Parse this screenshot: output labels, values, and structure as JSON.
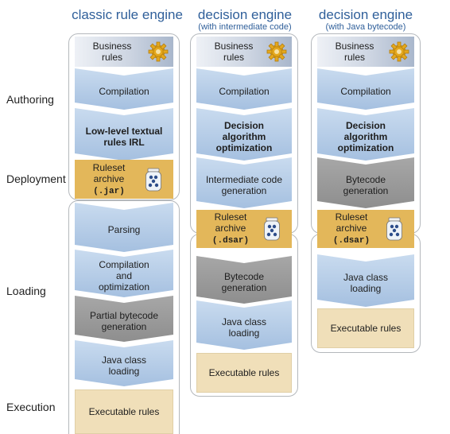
{
  "columns": [
    {
      "title": "classic rule engine",
      "subtitle": ""
    },
    {
      "title": "decision engine",
      "subtitle": "(with intermediate code)"
    },
    {
      "title": "decision engine",
      "subtitle": "(with Java bytecode)"
    }
  ],
  "phases": {
    "authoring": "Authoring",
    "deployment": "Deployment",
    "loading": "Loading",
    "execution": "Execution"
  },
  "col1": {
    "business_rules": "Business rules",
    "compilation": "Compilation",
    "low_level": "Low-level textual rules IRL",
    "ruleset_archive": "Ruleset archive",
    "archive_ext": "(.jar)",
    "parsing": "Parsing",
    "compilation_optimization": "Compilation and optimization",
    "partial_bytecode": "Partial bytecode generation",
    "java_class_loading": "Java class loading",
    "executable_rules": "Executable rules"
  },
  "col2": {
    "business_rules": "Business rules",
    "compilation": "Compilation",
    "decision_algorithm": "Decision algorithm optimization",
    "intermediate_code": "Intermediate code generation",
    "ruleset_archive": "Ruleset archive",
    "archive_ext": "(.dsar)",
    "bytecode_generation": "Bytecode generation",
    "java_class_loading": "Java class loading",
    "executable_rules": "Executable rules"
  },
  "col3": {
    "business_rules": "Business rules",
    "compilation": "Compilation",
    "decision_algorithm": "Decision algorithm optimization",
    "bytecode_generation": "Bytecode generation",
    "ruleset_archive": "Ruleset archive",
    "archive_ext": "(.dsar)",
    "java_class_loading": "Java class loading",
    "executable_rules": "Executable rules"
  },
  "colors": {
    "title_blue": "#2f5f9a",
    "step_blue": "#a5c0e0",
    "step_gray": "#8e8e8e",
    "archive_gold": "#e3b75a",
    "executable_tan": "#f0dfb9"
  }
}
